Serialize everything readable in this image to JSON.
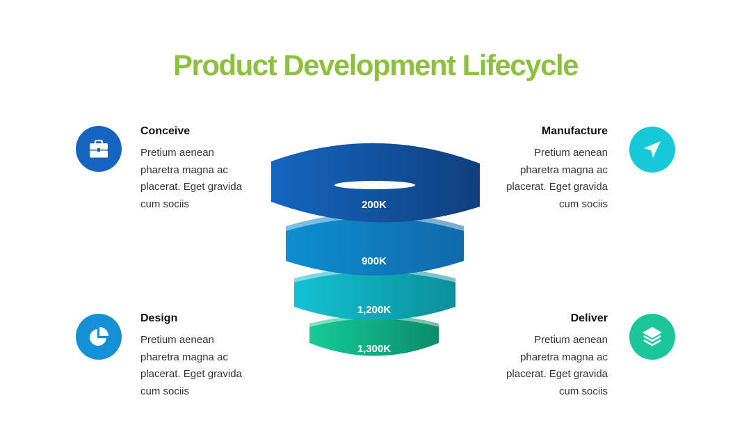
{
  "title": "Product Development Lifecycle",
  "colors": {
    "title": "#8cc03e",
    "conceive": "#1565c0",
    "manufacture": "#17c9d8",
    "design": "#1590d4",
    "deliver": "#1bc79a"
  },
  "steps": {
    "conceive": {
      "heading": "Conceive",
      "lines": [
        "Pretium aenean",
        "pharetra magna ac",
        "placerat. Eget gravida",
        "cum sociis"
      ],
      "icon": "briefcase-icon"
    },
    "manufacture": {
      "heading": "Manufacture",
      "lines": [
        "Pretium aenean",
        "pharetra magna ac",
        "placerat. Eget gravida",
        "cum sociis"
      ],
      "icon": "paper-plane-icon"
    },
    "design": {
      "heading": "Design",
      "lines": [
        "Pretium aenean",
        "pharetra magna ac",
        "placerat. Eget gravida",
        "cum sociis"
      ],
      "icon": "pie-chart-icon"
    },
    "deliver": {
      "heading": "Deliver",
      "lines": [
        "Pretium aenean",
        "pharetra magna ac",
        "placerat. Eget gravida",
        "cum sociis"
      ],
      "icon": "layers-icon"
    }
  },
  "funnel": {
    "levels": [
      {
        "label": "200K",
        "colors": [
          "#1565c0",
          "#0f3f7c"
        ]
      },
      {
        "label": "900K",
        "colors": [
          "#0c8fd0",
          "#1168a8"
        ]
      },
      {
        "label": "1,200K",
        "colors": [
          "#12c2d2",
          "#0c8f9c"
        ]
      },
      {
        "label": "1,300K",
        "colors": [
          "#15cc96",
          "#0b8c68"
        ]
      }
    ]
  }
}
